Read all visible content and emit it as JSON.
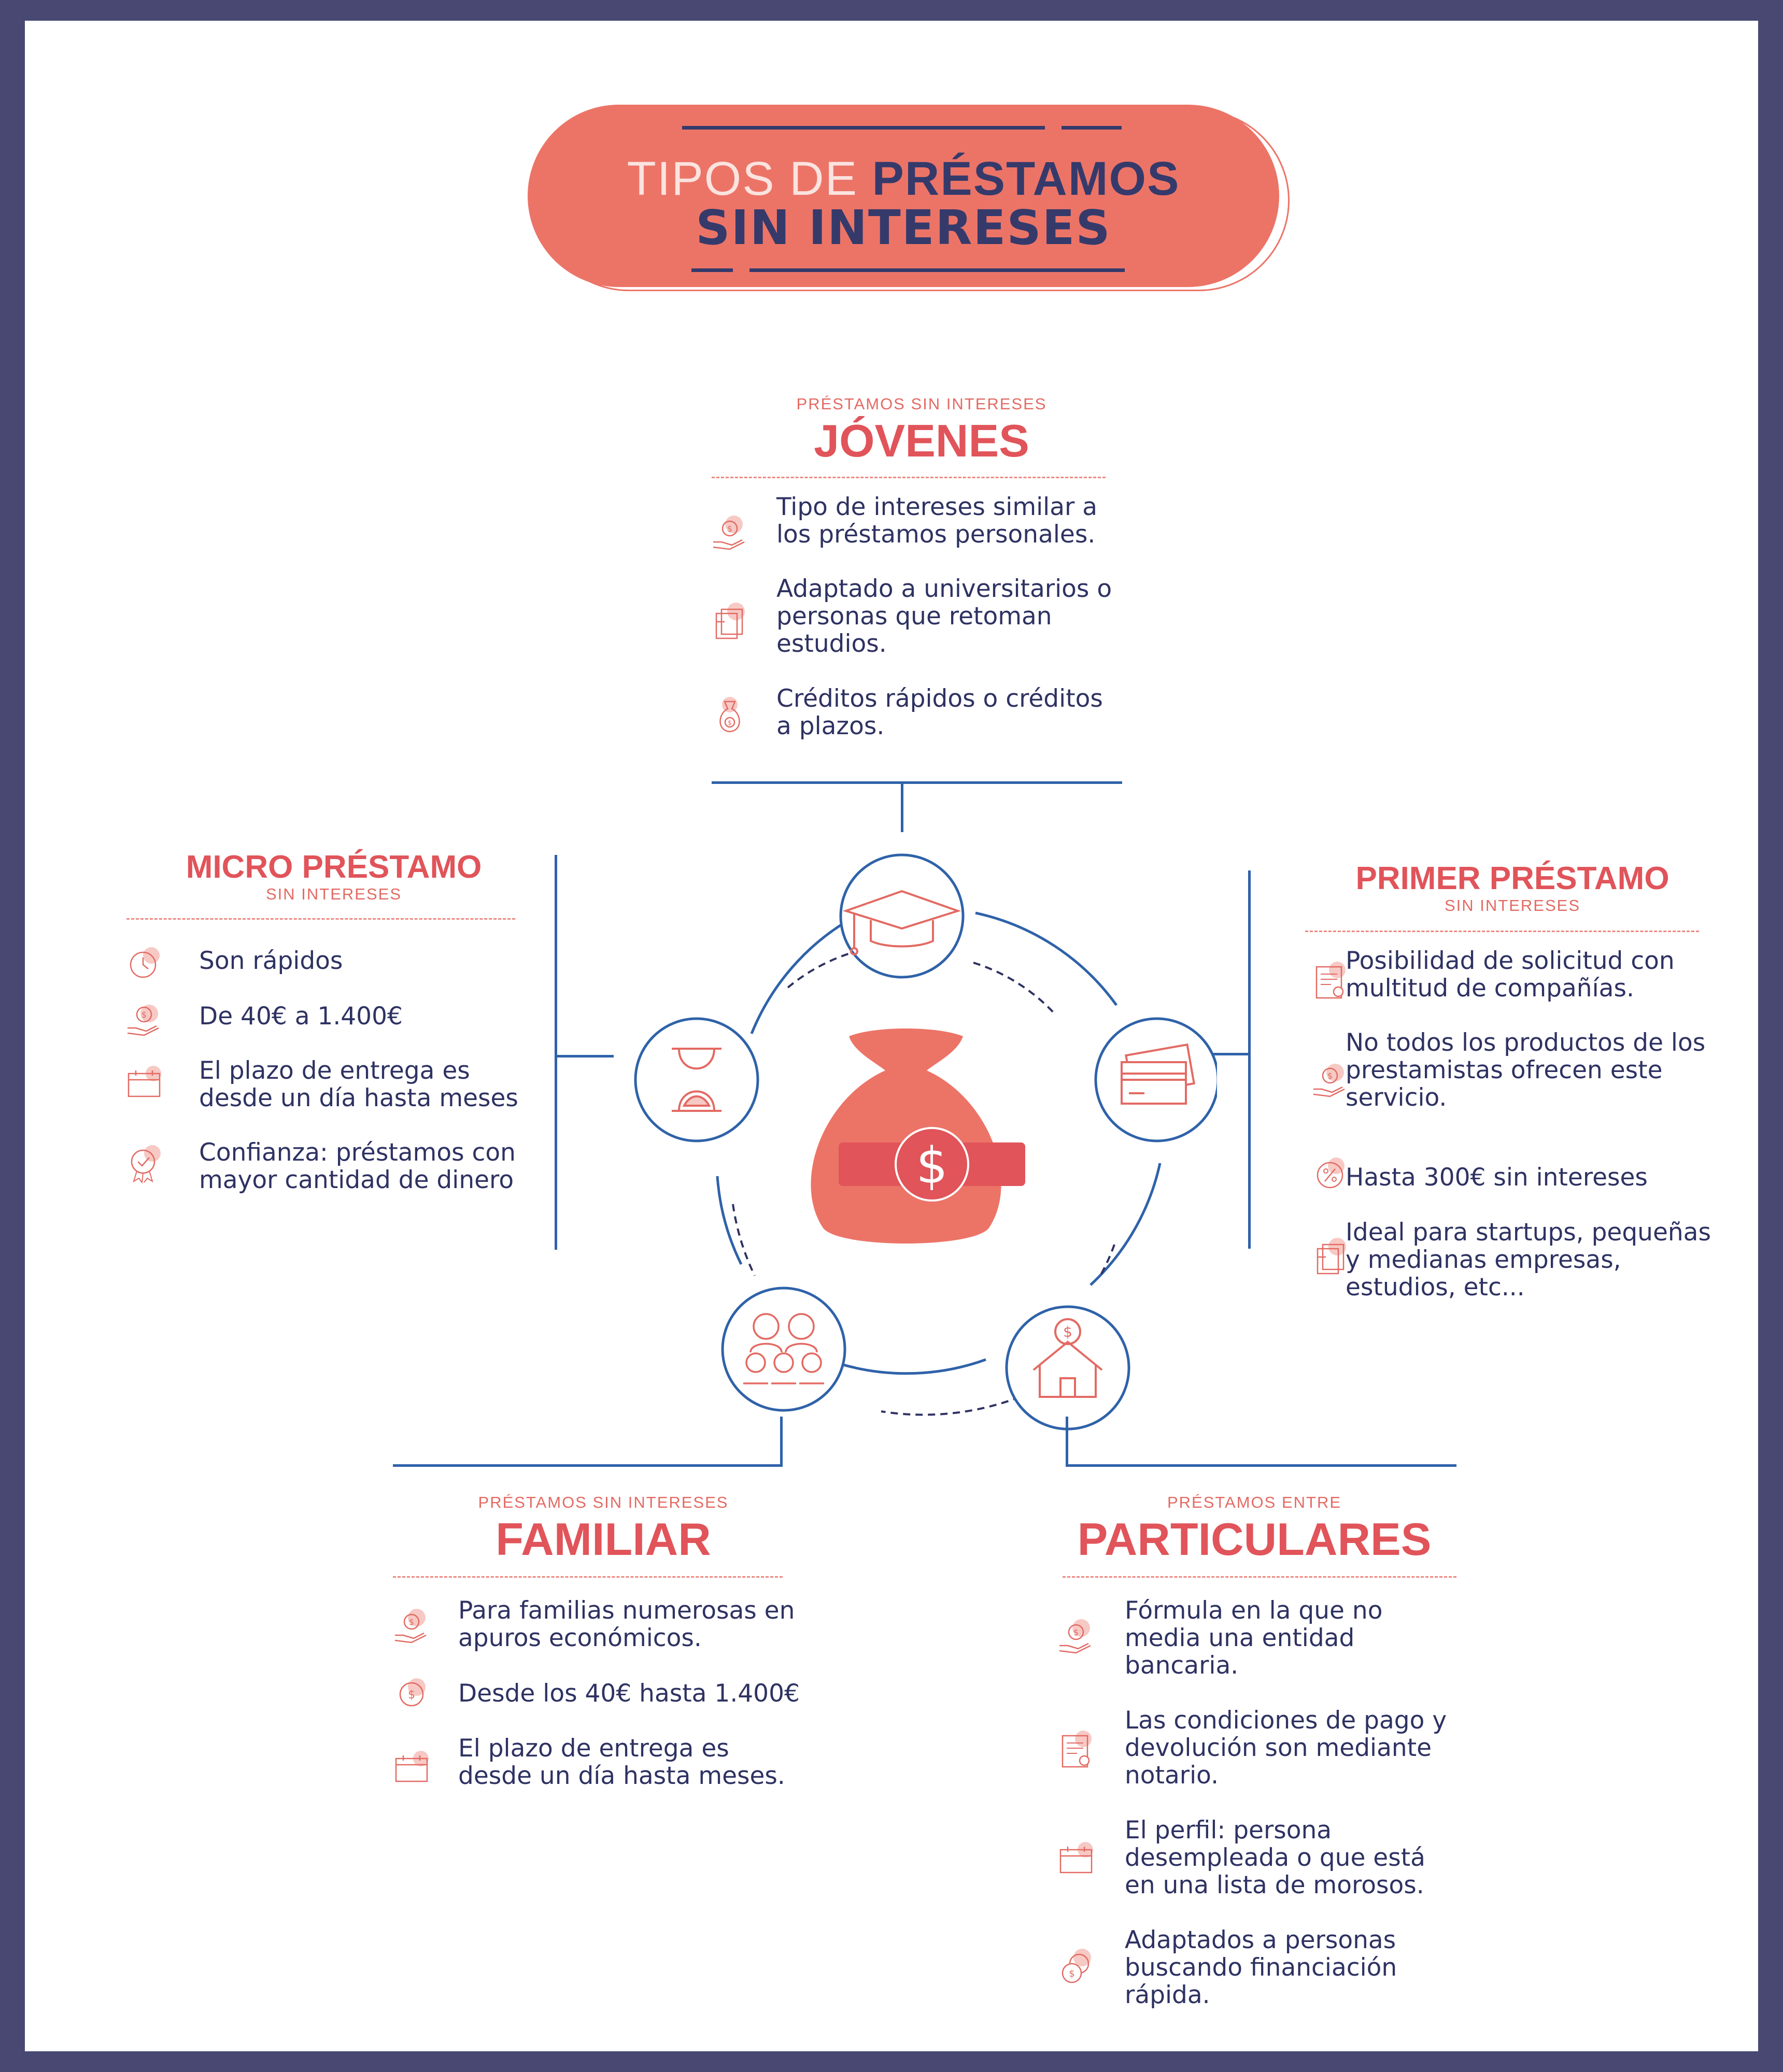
{
  "title": {
    "light": "TIPOS DE ",
    "bold": "PRÉSTAMOS",
    "line2": "SIN INTERESES"
  },
  "colors": {
    "coral": "#ec7467",
    "navy": "#2e3262",
    "blue": "#2f62a9",
    "frame": "#484873"
  },
  "jovenes": {
    "small": "PRÉSTAMOS SIN INTERESES",
    "big": "JÓVENES",
    "items": [
      {
        "icon": "hand-coin-icon",
        "l1": "Tipo de intereses similar a",
        "l2": "los préstamos personales.",
        "l3": ""
      },
      {
        "icon": "documents-icon",
        "l1": "Adaptado a universitarios o",
        "l2": "personas que retoman",
        "l3": "estudios."
      },
      {
        "icon": "money-bag-icon",
        "l1": "Créditos rápidos o créditos",
        "l2": "a plazos.",
        "l3": ""
      }
    ]
  },
  "micro": {
    "big": "MICRO PRÉSTAMO",
    "small": "SIN INTERESES",
    "items": [
      {
        "icon": "clock-icon",
        "l1": "Son rápidos",
        "l2": ""
      },
      {
        "icon": "hand-coin-icon",
        "l1": "De 40€ a 1.400€",
        "l2": ""
      },
      {
        "icon": "calendar-icon",
        "l1": "El plazo de entrega es",
        "l2": "desde un día hasta meses"
      },
      {
        "icon": "badge-icon",
        "l1": "Confianza: préstamos con",
        "l2": "mayor cantidad de dinero"
      }
    ]
  },
  "primer": {
    "big": "PRIMER PRÉSTAMO",
    "small": "SIN INTERESES",
    "items": [
      {
        "icon": "form-icon",
        "l1": "Posibilidad de solicitud con",
        "l2": "multitud de compañías.",
        "l3": ""
      },
      {
        "icon": "hand-coin-icon",
        "l1": "No todos los productos de los",
        "l2": "prestamistas ofrecen este",
        "l3": "servicio."
      },
      {
        "icon": "percent-icon",
        "l1": "Hasta 300€ sin intereses",
        "l2": "",
        "l3": ""
      },
      {
        "icon": "documents-icon",
        "l1": "Ideal para startups, pequeñas",
        "l2": "y medianas empresas,",
        "l3": "estudios, etc..."
      }
    ]
  },
  "familiar": {
    "small": "PRÉSTAMOS SIN INTERESES",
    "big": "FAMILIAR",
    "items": [
      {
        "icon": "hand-coin-icon",
        "l1": "Para familias numerosas en",
        "l2": "apuros económicos."
      },
      {
        "icon": "coin-icon",
        "l1": "Desde los 40€ hasta 1.400€",
        "l2": ""
      },
      {
        "icon": "calendar-icon",
        "l1": "El plazo de entrega es",
        "l2": "desde un día hasta meses."
      }
    ]
  },
  "particulares": {
    "small": "PRÉSTAMOS ENTRE",
    "big": "PARTICULARES",
    "items": [
      {
        "icon": "hand-coin-icon",
        "l1": "Fórmula en la que no",
        "l2": "media una entidad",
        "l3": "bancaria."
      },
      {
        "icon": "form-icon",
        "l1": "Las condiciones de pago y",
        "l2": "devolución son mediante",
        "l3": "notario."
      },
      {
        "icon": "calendar-icon",
        "l1": "El perfil: persona",
        "l2": "desempleada o que está",
        "l3": "en una lista de morosos."
      },
      {
        "icon": "coins-icon",
        "l1": "Adaptados a personas",
        "l2": "buscando financiación",
        "l3": "rápida."
      }
    ]
  },
  "center": {
    "symbol": "$",
    "house_symbol": "$"
  }
}
